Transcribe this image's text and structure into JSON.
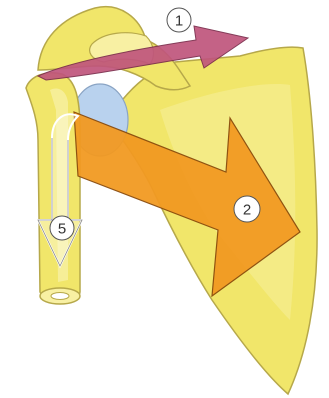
{
  "labels": {
    "motion_1": "1",
    "motion_2": "2",
    "motion_5": "5"
  },
  "colors": {
    "bone": "#f1e66a",
    "bone_light": "#f8f0a3",
    "bone_outline": "#b6a84a",
    "humeral_head": "#b9d2ee",
    "pink_arrow": "#c0557c",
    "orange_arrow": "#f29a22",
    "label_bg": "#ffffff"
  }
}
